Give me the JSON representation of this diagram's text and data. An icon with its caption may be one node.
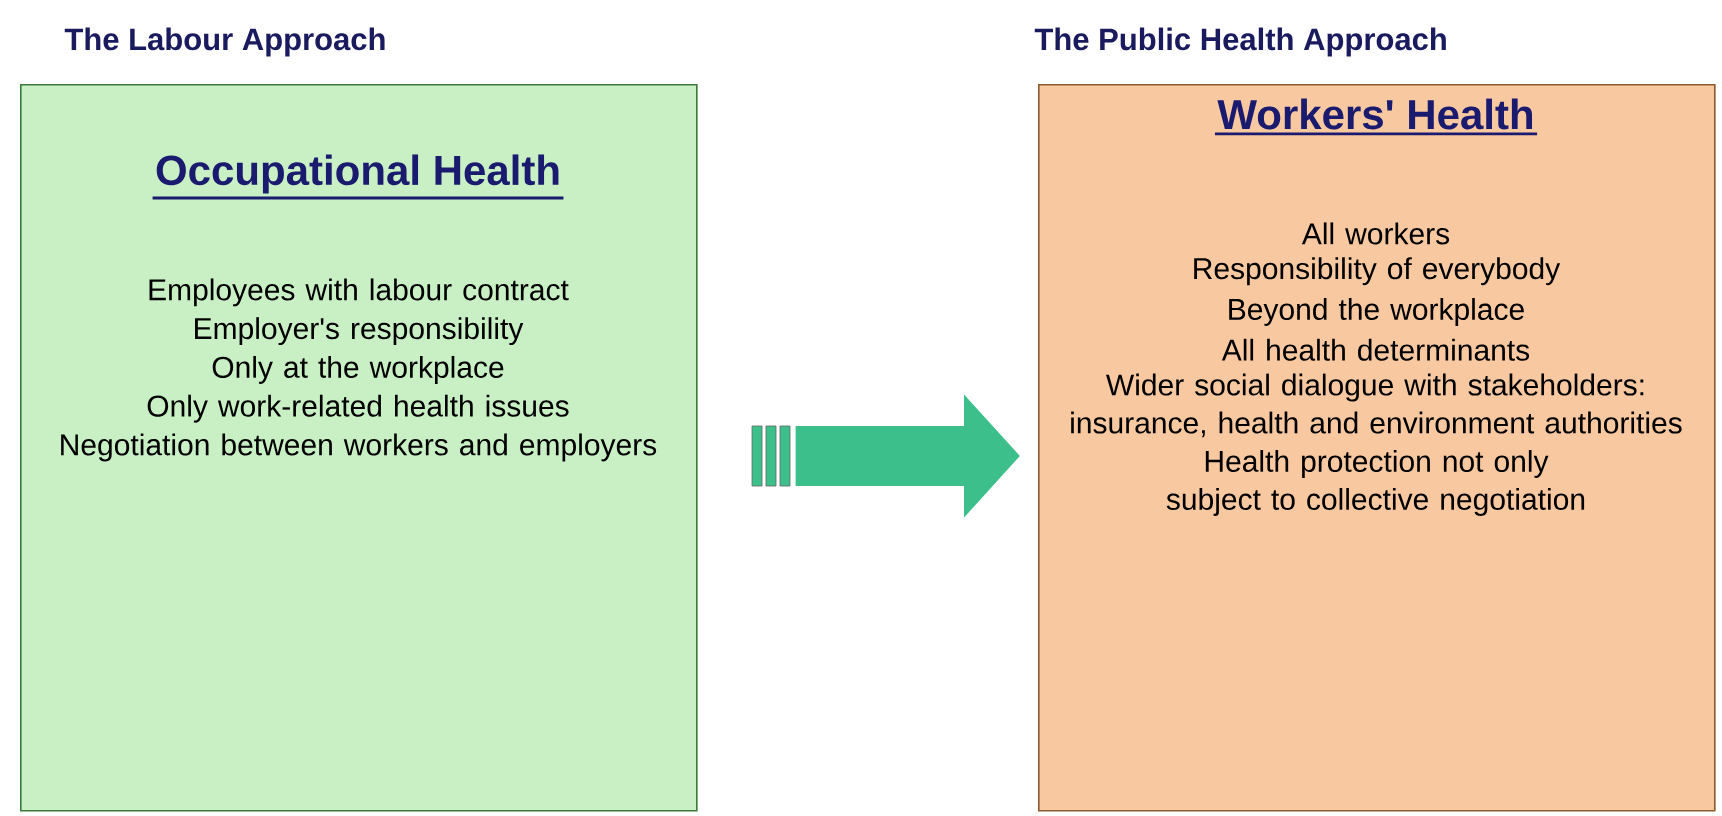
{
  "diagram": {
    "nodes": [
      {
        "text": [
          "The Labour Approach",
          "Occupational Health",
          "Employees with labour contract",
          "Employer's responsibility",
          "Only at the workplace",
          "Only work-related health issues",
          "Negotiation between workers and employers"
        ]
      },
      {
        "text": [
          "The Public Health Approach",
          "Workers' Health",
          "All workers",
          "Responsibility of everybody",
          "Beyond the workplace",
          "All health determinants",
          "Wider social dialogue with stakeholders: insurance, health and environment authorities",
          "Health protection not only subject to collective negotiation"
        ]
      }
    ],
    "edges": [
      {
        "from": 0,
        "to": 1,
        "arrow": "to"
      }
    ]
  }
}
